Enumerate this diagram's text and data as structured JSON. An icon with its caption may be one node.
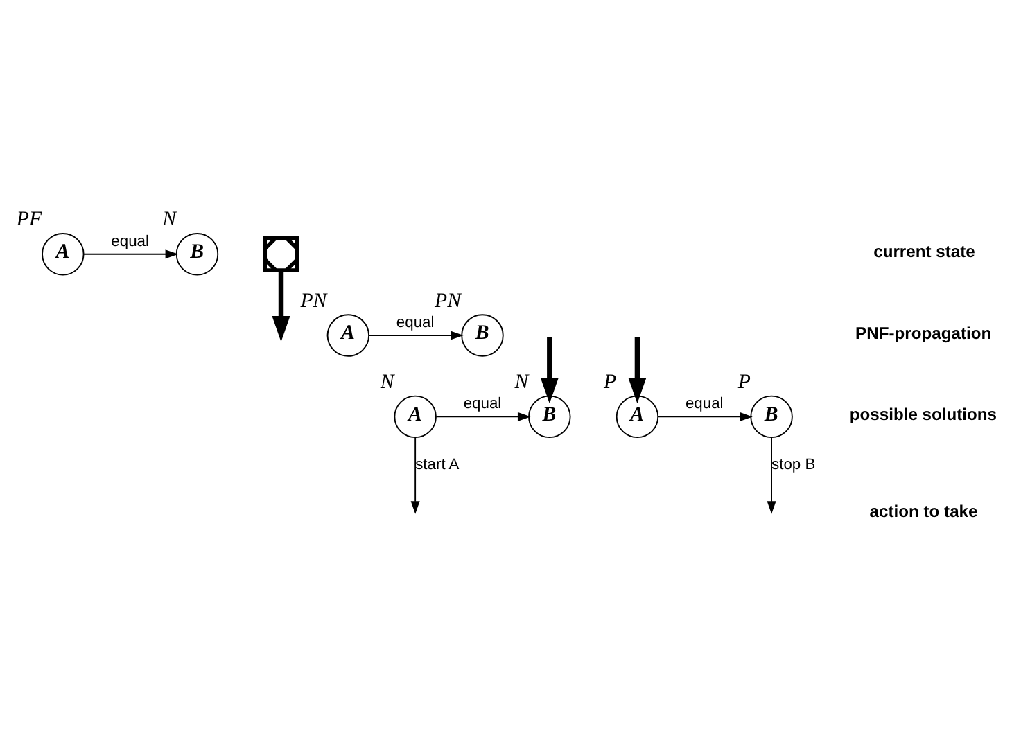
{
  "diagram": {
    "nodes": [
      {
        "text": [
          "A"
        ],
        "beside": [
          "PF"
        ]
      },
      {
        "text": [
          "B"
        ],
        "beside": [
          "N"
        ]
      },
      {
        "text": [],
        "shape": "cross"
      },
      {
        "text": [
          "A"
        ],
        "beside": [
          "PN"
        ]
      },
      {
        "text": [
          "B"
        ],
        "beside": [
          "PN"
        ]
      },
      {
        "text": [
          "A"
        ],
        "beside": [
          "N"
        ]
      },
      {
        "text": [
          "B"
        ],
        "beside": [
          "N"
        ]
      },
      {
        "text": [
          "A"
        ],
        "beside": [
          "P"
        ]
      },
      {
        "text": [
          "B"
        ],
        "beside": [
          "P"
        ]
      }
    ],
    "edges": [
      {
        "from": 0,
        "to": 1,
        "arrow": "to",
        "label": "equal"
      },
      {
        "from": 2,
        "to": null,
        "arrow": "to",
        "style": "thick"
      },
      {
        "from": 3,
        "to": 4,
        "arrow": "to",
        "label": "equal"
      },
      {
        "from": null,
        "to": 6,
        "arrow": "to",
        "style": "thick"
      },
      {
        "from": null,
        "to": 7,
        "arrow": "to",
        "style": "thick"
      },
      {
        "from": 5,
        "to": 6,
        "arrow": "to",
        "label": "equal"
      },
      {
        "from": 7,
        "to": 8,
        "arrow": "to",
        "label": "equal"
      },
      {
        "from": 5,
        "to": null,
        "arrow": "to",
        "label": "start A"
      },
      {
        "from": 8,
        "to": null,
        "arrow": "to",
        "label": "stop B"
      }
    ],
    "labels": [
      "current state",
      "PNF-propagation",
      "possible solutions",
      "action to take"
    ]
  }
}
